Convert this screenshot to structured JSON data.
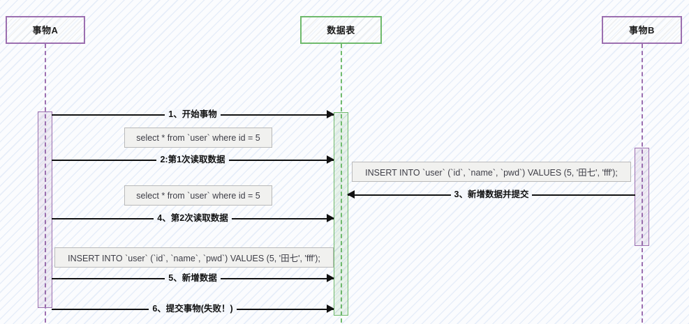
{
  "diagram": {
    "type": "uml-sequence-diagram",
    "title": "",
    "colors": {
      "purple": "#9c6fb0",
      "green": "#6fba6c",
      "message": "#111111",
      "note_bg": "#f1f1ef",
      "note_border": "#b9b9b9",
      "canvas_bg": "#fbfcfe"
    }
  },
  "participants": [
    {
      "id": "txA",
      "label": "事物A",
      "color": "purple"
    },
    {
      "id": "table",
      "label": "数据表",
      "color": "green"
    },
    {
      "id": "txB",
      "label": "事物B",
      "color": "purple"
    }
  ],
  "messages": [
    {
      "seq": "1",
      "label": "1、开始事物",
      "from": "txA",
      "to": "table",
      "direction": "right"
    },
    {
      "seq": "2",
      "label": "2:第1次读取数据",
      "from": "txA",
      "to": "table",
      "direction": "right"
    },
    {
      "seq": "3",
      "label": "3、新增数据并提交",
      "from": "txB",
      "to": "table",
      "direction": "left"
    },
    {
      "seq": "4",
      "label": "4、第2次读取数据",
      "from": "txA",
      "to": "table",
      "direction": "right"
    },
    {
      "seq": "5",
      "label": "5、新增数据",
      "from": "txA",
      "to": "table",
      "direction": "right"
    },
    {
      "seq": "6",
      "label": "6、提交事物(失败！)",
      "from": "txA",
      "to": "table",
      "direction": "right"
    }
  ],
  "notes": [
    {
      "id": "note1",
      "text": "select *  from `user` where id = 5"
    },
    {
      "id": "note2",
      "text": "INSERT INTO `user` (`id`, `name`, `pwd`) VALUES (5, '田七', 'fff');"
    },
    {
      "id": "note3",
      "text": "select *  from `user` where id = 5"
    },
    {
      "id": "note4",
      "text": "INSERT INTO `user` (`id`, `name`, `pwd`) VALUES (5, '田七', 'fff');"
    }
  ]
}
